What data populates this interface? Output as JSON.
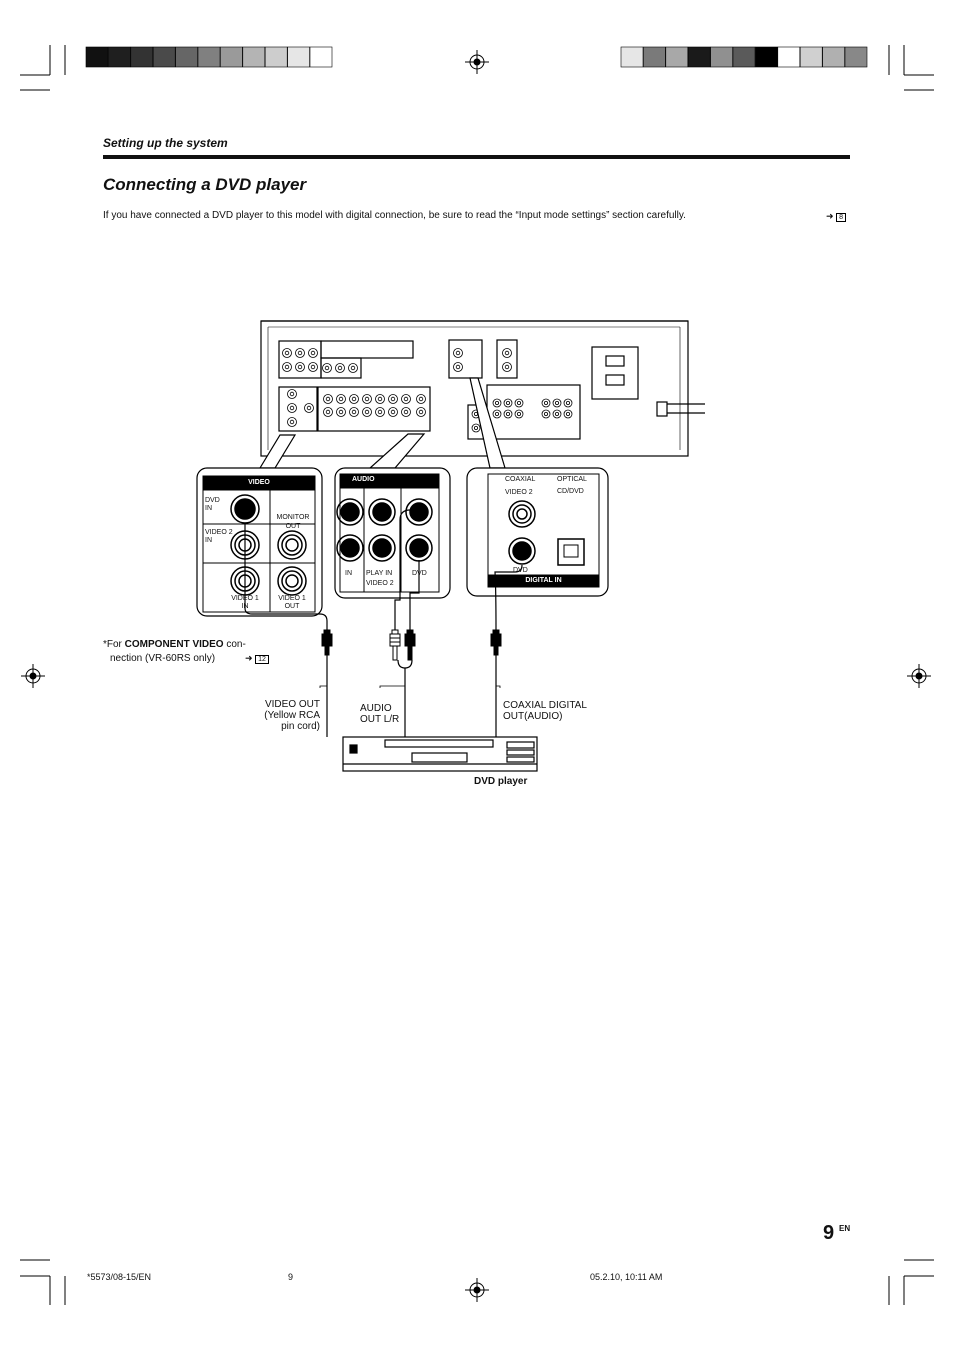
{
  "header": {
    "section": "Setting up the system",
    "title": "Connecting a DVD player",
    "intro": "If you have connected a DVD player to this model with digital connection, be sure to read the “Input mode settings” section carefully.",
    "intro_ref": "8"
  },
  "color_bars": {
    "left": [
      "#111111",
      "#1f1f1f",
      "#333333",
      "#4a4a4a",
      "#666666",
      "#808080",
      "#9a9a9a",
      "#b4b4b4",
      "#cdcdcd",
      "#e6e6e6",
      "#ffffff"
    ],
    "right": [
      "#e6e6e6",
      "#7a7a7a",
      "#a8a8a8",
      "#1a1a1a",
      "#909090",
      "#5a5a5a",
      "#000000",
      "#ffffff",
      "#d0d0d0",
      "#b0b0b0",
      "#888888"
    ]
  },
  "diagram": {
    "video_panel": {
      "header": "VIDEO",
      "dvd_in": "DVD\nIN",
      "video2_in": "VIDEO 2\nIN",
      "monitor_out_1": "MONITOR",
      "monitor_out_2": "OUT",
      "video1_in": "VIDEO 1\nIN",
      "video1_out": "VIDEO 1\nOUT"
    },
    "audio_panel": {
      "header": "AUDIO",
      "in": "IN",
      "play_in": "PLAY IN",
      "video2": "VIDEO 2",
      "dvd": "DVD"
    },
    "digital_panel": {
      "coaxial": "COAXIAL",
      "optical": "OPTICAL",
      "video2": "VIDEO 2",
      "cd_dvd": "CD/DVD",
      "dvd": "DVD",
      "footer": "DIGITAL IN"
    },
    "component_note": {
      "prefix": "*For ",
      "bold": "COMPONENT VIDEO",
      "suffix": " con-",
      "line2": "nection (VR-60RS only)",
      "ref": "12"
    },
    "video_out": "VIDEO OUT\n(Yellow RCA\npin cord)",
    "audio_out": "AUDIO\nOUT L/R",
    "coaxial_out": "COAXIAL DIGITAL\nOUT(AUDIO)",
    "dvd_player": "DVD player"
  },
  "footer": {
    "page_number": "9",
    "language": "EN",
    "doc_code": "*5573/08-15/EN",
    "sheet": "9",
    "timestamp": "05.2.10, 10:11 AM"
  }
}
